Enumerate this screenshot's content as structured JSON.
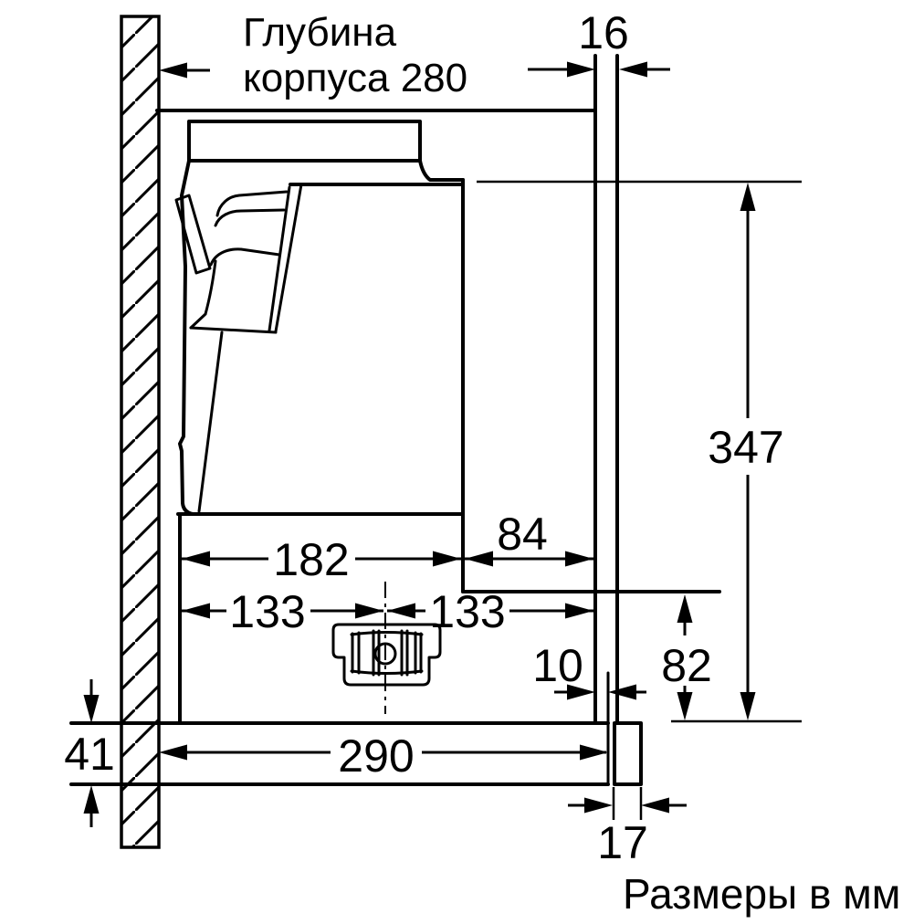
{
  "diagram": {
    "title_line1": "Глубина",
    "title_line2": "корпуса 280",
    "units_note": "Размеры в мм",
    "dims": {
      "duct_width": "16",
      "total_height": "347",
      "rear_depth": "84",
      "body_front_depth": "182",
      "center_to_left": "133",
      "center_to_right": "133",
      "duct_clearance": "10",
      "lower_height": "82",
      "shelf_thickness": "41",
      "shelf_depth": "290",
      "front_panel_thickness": "17"
    },
    "colors": {
      "line": "#000000",
      "background": "#ffffff"
    }
  }
}
